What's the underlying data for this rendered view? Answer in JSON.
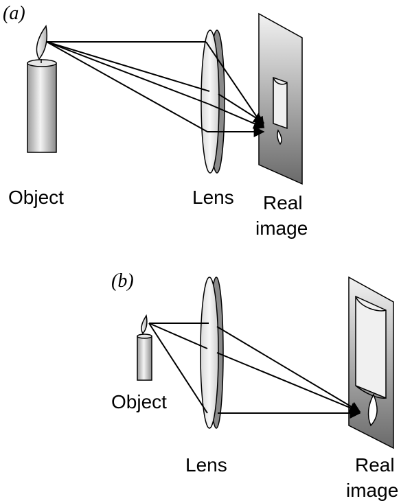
{
  "panels": [
    {
      "id": "a",
      "panel_label": "(a)",
      "object_label": "Object",
      "lens_label": "Lens",
      "image_label_line1": "Real",
      "image_label_line2": "image"
    },
    {
      "id": "b",
      "panel_label": "(b)",
      "object_label": "Object",
      "lens_label": "Lens",
      "image_label_line1": "Real",
      "image_label_line2": "image"
    }
  ],
  "colors": {
    "ray": "#000000",
    "screen_light": "#ececec",
    "screen_dark": "#6e6e6e",
    "candle_light": "#f2f2f2",
    "candle_dark": "#8c8c8c"
  }
}
